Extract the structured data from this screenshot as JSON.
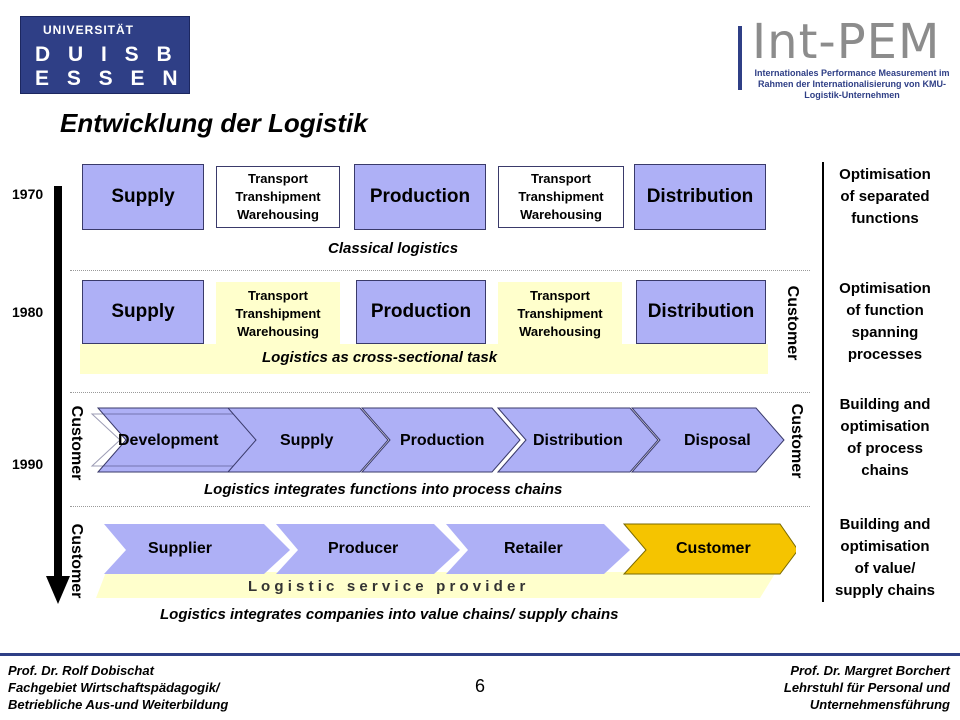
{
  "logo": {
    "university_top": "UNIVERSITÄT",
    "university_row1": "D U I S B U R G",
    "university_row2": "E S S E N",
    "intpem_title": "Int-PEM",
    "intpem_sub": "Internationales Performance Measurement im Rahmen der Internationalisierung von KMU-Logistik-Unternehmen"
  },
  "title": "Entwicklung der Logistik",
  "years": [
    "1970",
    "1980",
    "1990"
  ],
  "row1": {
    "supply": "Supply",
    "transport1": [
      "Transport",
      "Transhipment",
      "Warehousing"
    ],
    "production": "Production",
    "transport2": [
      "Transport",
      "Transhipment",
      "Warehousing"
    ],
    "distribution": "Distribution",
    "caption": "Classical logistics"
  },
  "row2": {
    "supply": "Supply",
    "transport1": [
      "Transport",
      "Transhipment",
      "Warehousing"
    ],
    "production": "Production",
    "transport2": [
      "Transport",
      "Transhipment",
      "Warehousing"
    ],
    "distribution": "Distribution",
    "caption": "Logistics as cross-sectional task",
    "customer_right": "Customer"
  },
  "row3": {
    "customer_left": "Customer",
    "chain": [
      "Development",
      "Supply",
      "Production",
      "Distribution",
      "Disposal"
    ],
    "customer_right": "Customer",
    "caption": "Logistics integrates functions into process chains"
  },
  "row4": {
    "customer_left": "Customer",
    "chain": [
      "Supplier",
      "Producer",
      "Retailer",
      "Customer"
    ],
    "provider": "L o g i s t i c   s e r v i c e   p r o v i d e r",
    "caption": "Logistics integrates companies into value chains/ supply chains"
  },
  "right_column": [
    [
      "Optimisation",
      "of separated",
      "functions"
    ],
    [
      "Optimisation",
      "of function",
      "spanning",
      "processes"
    ],
    [
      "Building and",
      "optimisation",
      "of process",
      "chains"
    ],
    [
      "Building and",
      "optimisation",
      "of value/",
      "supply chains"
    ]
  ],
  "footer": {
    "left": [
      "Prof. Dr. Rolf Dobischat",
      "Fachgebiet Wirtschaftspädagogik/",
      "Betriebliche Aus-und Weiterbildung"
    ],
    "page": "6",
    "right": [
      "Prof. Dr. Margret Borchert",
      "Lehrstuhl für Personal und",
      "Unternehmensführung"
    ]
  },
  "colors": {
    "function_box": "#aeb0f6",
    "cream": "#ffffcc",
    "customer_highlight": "#f5c400",
    "brand_blue": "#2f3f86"
  }
}
